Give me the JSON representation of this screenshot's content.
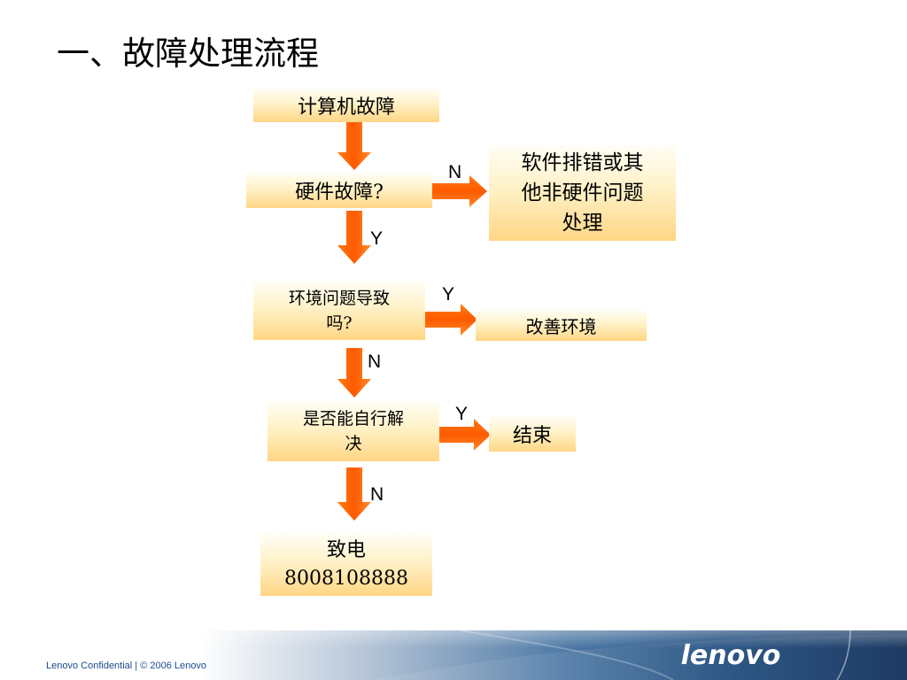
{
  "title": "一、故障处理流程",
  "nodes": {
    "start": "计算机故障",
    "hardware_q": "硬件故障?",
    "software": [
      "软件排错或其",
      "他非硬件问题",
      "处理"
    ],
    "env_q": [
      "环境问题导致",
      "吗?"
    ],
    "improve_env": "改善环境",
    "self_q": [
      "是否能自行解",
      "决"
    ],
    "end": "结束",
    "call": [
      "致电",
      "8008108888"
    ]
  },
  "edge_labels": {
    "hardware_no": "N",
    "hardware_yes": "Y",
    "env_yes": "Y",
    "env_no": "N",
    "self_yes": "Y",
    "self_no": "N"
  },
  "footer": {
    "confidential": "Lenovo Confidential | © 2006 Lenovo",
    "logo": "lenovo"
  },
  "colors": {
    "arrow": "#ff6a00",
    "box_top": "#fffef6",
    "box_bottom": "#ffd684",
    "footer_dark": "#0d2f5c",
    "footer_text": "#1a4a8a"
  }
}
